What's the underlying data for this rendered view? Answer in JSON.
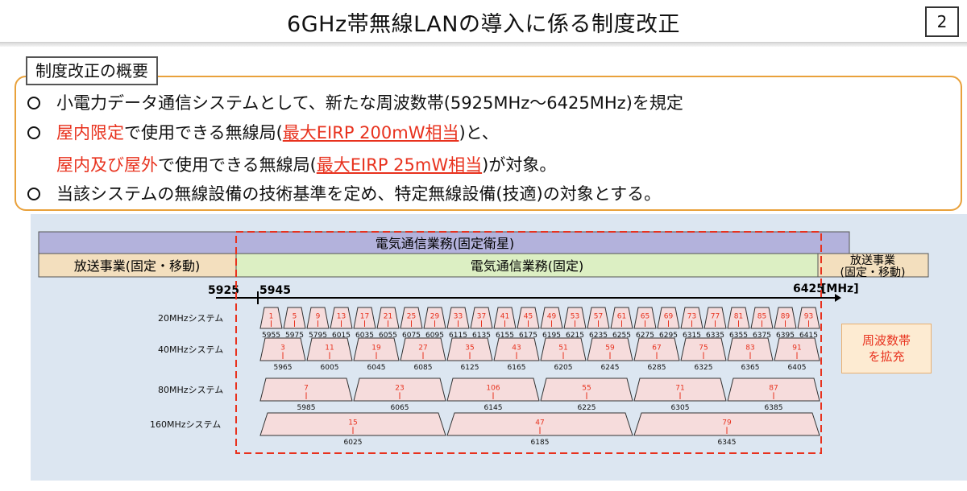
{
  "header": {
    "title": "6GHz帯無線LANの導入に係る制度改正",
    "page_number": "2"
  },
  "summary": {
    "label": "制度改正の概要",
    "line1": "小電力データ通信システムとして、新たな周波数帯(5925MHz〜6425MHz)を規定",
    "line2_red": "屋内限定",
    "line2_mid": "で使用できる無線局(",
    "line2_red_ul": "最大EIRP 200mW相当",
    "line2_end": ")と、",
    "line3_red": "屋内及び屋外",
    "line3_mid": "で使用できる無線局(",
    "line3_red_ul": "最大EIRP 25mW相当",
    "line3_end": ")が対象。",
    "line4": "当該システムの無線設備の技術基準を定め、特定無線設備(技適)の対象とする。"
  },
  "allocations": {
    "satellite": "電気通信業務(固定衛星)",
    "broadcast_left": "放送事業(固定・移動)",
    "fixed": "電気通信業務(固定)",
    "broadcast_right_1": "放送事業",
    "broadcast_right_2": "(固定・移動)"
  },
  "axis": {
    "start_label": "5925",
    "first_label": "5945",
    "end_label": "6425",
    "unit": "[MHz]"
  },
  "expand_note": [
    "周波数帯",
    "を拡充"
  ],
  "colors": {
    "accent_orange": "#e9a13b",
    "red": "#e8321e",
    "satellite_band": "#b3b2dc",
    "broadcast_band": "#f3dfbe",
    "fixed_band": "#dcefc3",
    "channel_fill": "#f6dcdc",
    "diagram_bg": "#dce6f1"
  },
  "systems": [
    {
      "name": "20MHzシステム",
      "channels": [
        "1",
        "5",
        "9",
        "13",
        "17",
        "21",
        "25",
        "29",
        "33",
        "37",
        "41",
        "45",
        "49",
        "53",
        "57",
        "61",
        "65",
        "69",
        "73",
        "77",
        "81",
        "85",
        "89",
        "93"
      ],
      "freqs": [
        "5955",
        "5975",
        "5795",
        "6015",
        "6035",
        "6055",
        "6075",
        "6095",
        "6115",
        "6135",
        "6155",
        "6175",
        "6195",
        "6215",
        "6235",
        "6255",
        "6275",
        "6295",
        "6315",
        "6335",
        "6355",
        "6375",
        "6395",
        "6415"
      ]
    },
    {
      "name": "40MHzシステム",
      "channels": [
        "3",
        "11",
        "19",
        "27",
        "35",
        "43",
        "51",
        "59",
        "67",
        "75",
        "83",
        "91"
      ],
      "freqs": [
        "5965",
        "6005",
        "6045",
        "6085",
        "6125",
        "6165",
        "6205",
        "6245",
        "6285",
        "6325",
        "6365",
        "6405"
      ]
    },
    {
      "name": "80MHzシステム",
      "channels": [
        "7",
        "23",
        "106",
        "55",
        "71",
        "87"
      ],
      "freqs": [
        "5985",
        "6065",
        "6145",
        "6225",
        "6305",
        "6385"
      ]
    },
    {
      "name": "160MHzシステム",
      "channels": [
        "15",
        "47",
        "79"
      ],
      "freqs": [
        "6025",
        "6185",
        "6345"
      ]
    }
  ]
}
